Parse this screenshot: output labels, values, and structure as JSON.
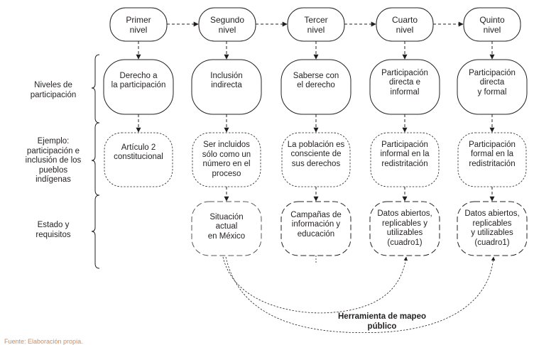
{
  "levels": [
    {
      "label": "Primer\nnivel"
    },
    {
      "label": "Segundo\nnivel"
    },
    {
      "label": "Tercer\nnivel"
    },
    {
      "label": "Cuarto\nnivel"
    },
    {
      "label": "Quinto\nnivel"
    }
  ],
  "row_labels": {
    "niveles": "Niveles de\nparticipación",
    "ejemplo": "Ejemplo:\nparticipación e\ninclusión de los\npueblos\nindígenas",
    "estado": "Estado y\nrequisitos"
  },
  "participation": [
    "Derecho a\nla participación",
    "Inclusión\nindirecta",
    "Saberse con\nel derecho",
    "Participación\ndirecta e\ninformal",
    "Participación\ndirecta\ny formal"
  ],
  "examples": [
    "Artículo 2\nconstitucional",
    "Ser incluidos\nsólo como un\nnúmero en el\nproceso",
    "La población es\nconsciente de\nsus derechos",
    "Participación\ninformal en la\nredistritación",
    "Participación\nformal en la\nredistritación"
  ],
  "status": [
    "Situación\nactual\nen México",
    "Campañas de\ninformación y\neducación",
    "Datos abiertos,\nreplicables y\nutilizables\n(cuadro1)",
    "Datos abiertos,\nreplicables\ny utilizables\n(cuadro1)"
  ],
  "tool_label": "Herramienta de mapeo\npúblico",
  "source_note": "Fuente: Elaboración propia."
}
